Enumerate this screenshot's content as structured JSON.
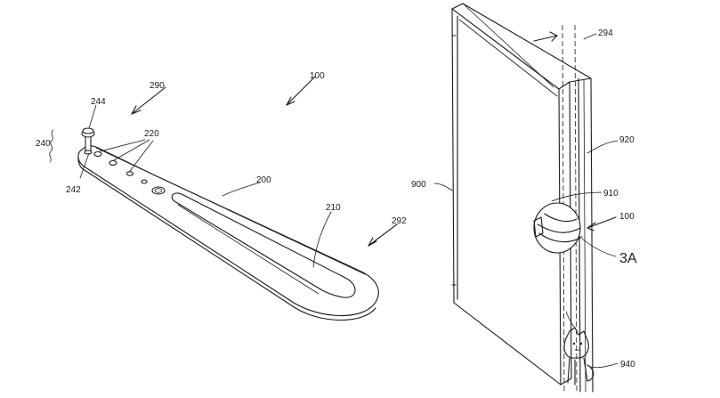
{
  "labels": {
    "fig_ref": "100",
    "arrow_290": "290",
    "pin_top": "244",
    "pin_group": "240",
    "pin_base": "242",
    "holes": "220",
    "strap": "200",
    "slot": "210",
    "arrow_292": "292",
    "door_arrow": "294",
    "frame": "920",
    "door": "900",
    "handle": "910",
    "device_ref": "100",
    "section": "3A",
    "cat": "940"
  }
}
